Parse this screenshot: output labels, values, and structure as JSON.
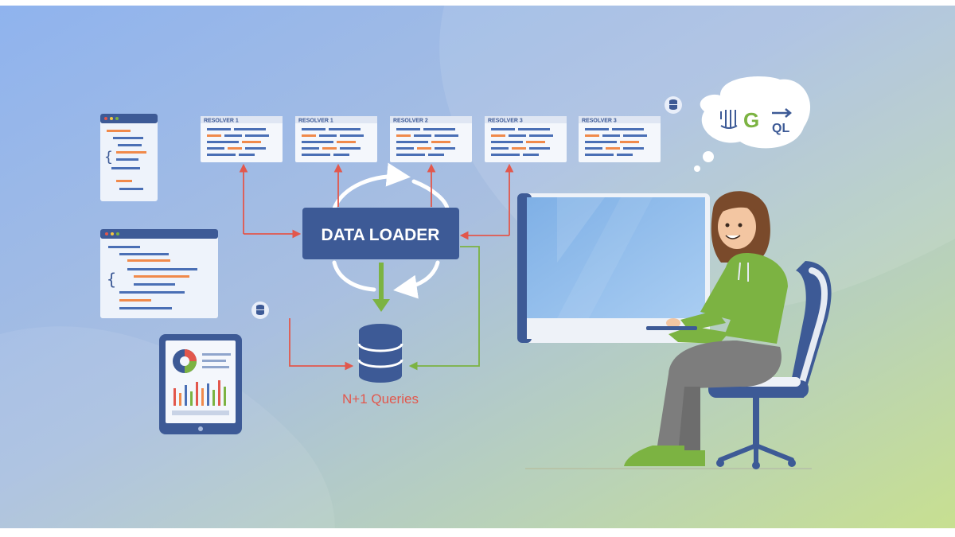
{
  "diagram": {
    "central_node": {
      "label": "DATA LOADER"
    },
    "database": {
      "label": "N+1 Queries"
    },
    "resolvers": [
      {
        "label": "RESOLVER 1"
      },
      {
        "label": "RESOLVER 1"
      },
      {
        "label": "RESOLVER 2"
      },
      {
        "label": "RESOLVER 3"
      },
      {
        "label": "RESOLVER 3"
      }
    ],
    "speech_bubble": {
      "logo_letter": "G",
      "logo_suffix": "QL"
    }
  },
  "colors": {
    "accent_navy": "#3d5a96",
    "request_red": "#e2574c",
    "response_green": "#7cb342",
    "hoodie_green": "#7cb342",
    "code_orange": "#f08a4b",
    "code_blue": "#4a6fb5"
  },
  "icons": [
    "database-icon",
    "code-window-icon",
    "tablet-chart-icon",
    "graphql-logo-icon",
    "speech-bubble-icon"
  ]
}
